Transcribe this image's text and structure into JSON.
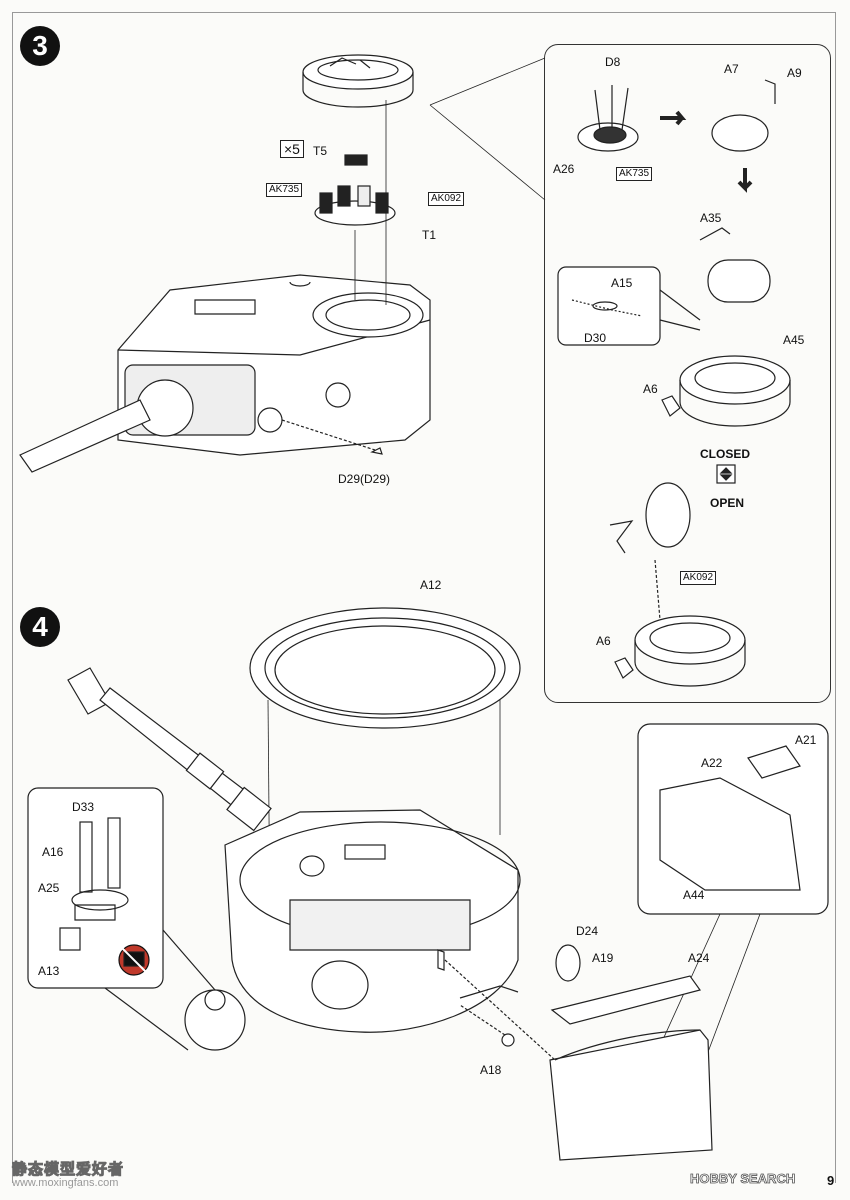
{
  "steps": {
    "step3": "3",
    "step4": "4"
  },
  "step3": {
    "multiplier": "×5",
    "parts": {
      "t5": "T5",
      "t1": "T1",
      "ak735": "AK735",
      "ak092": "AK092",
      "d29": "D29(D29)"
    }
  },
  "detail3": {
    "parts": {
      "d8": "D8",
      "a7": "A7",
      "a9": "A9",
      "a26": "A26",
      "ak735": "AK735",
      "a35": "A35",
      "a15": "A15",
      "d30": "D30",
      "a45": "A45",
      "a6_top": "A6",
      "closed": "CLOSED",
      "open": "OPEN",
      "ak092": "AK092",
      "a6_bottom": "A6"
    }
  },
  "step4": {
    "parts": {
      "a12": "A12",
      "d33": "D33",
      "a16": "A16",
      "a25": "A25",
      "a13": "A13",
      "d24": "D24",
      "a19": "A19",
      "a24": "A24",
      "a18": "A18",
      "a21": "A21",
      "a22": "A22",
      "a44": "A44"
    }
  },
  "footer": {
    "watermark_left_cn": "静态模型爱好者",
    "watermark_left_url": "www.moxingfans.com",
    "watermark_right": "HOBBY SEARCH",
    "page_number": "9"
  }
}
